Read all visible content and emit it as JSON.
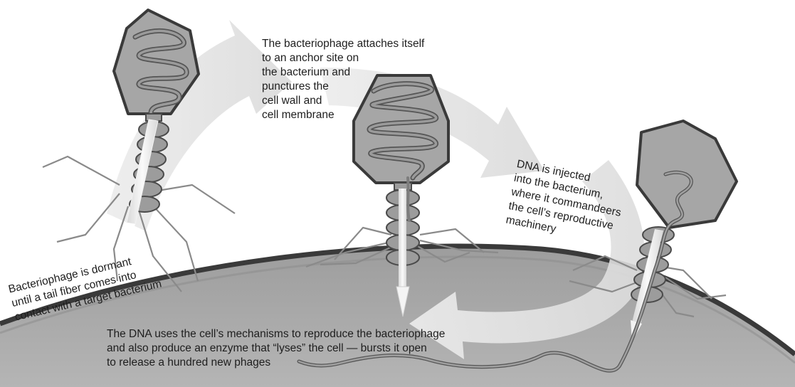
{
  "captions": {
    "attach": {
      "line1": "The bacteriophage attaches itself",
      "line2": "to an anchor site on",
      "line3": "the bacterium and",
      "line4": "punctures the",
      "line5": "cell wall and",
      "line6": "cell membrane"
    },
    "inject": {
      "line1": "DNA is injected",
      "line2": "into the bacterium,",
      "line3": "where it commandeers",
      "line4": "the cell’s reproductive",
      "line5": "machinery"
    },
    "dormant": {
      "line1": "Bacteriophage is dormant",
      "line2": "until a tail fiber comes into",
      "line3": "contact with a target bacterium"
    },
    "reproduce": {
      "line1": "The DNA uses the cell’s mechanisms to reproduce the bacteriophage",
      "line2": "and also produce an enzyme that “lyses” the cell — bursts it open",
      "line3": "to release a hundred new phages"
    }
  },
  "colors": {
    "bacterium_fill": "#a9a9a9",
    "bacterium_edge": "#3a3a3a",
    "capsid_fill": "#a6a6a6",
    "capsid_stroke": "#3a3a3a",
    "dna": "#7d7d7d",
    "arrow": "#e6e6e6",
    "tail_fiber": "#8a8a8a",
    "text": "#1e1e1e"
  }
}
